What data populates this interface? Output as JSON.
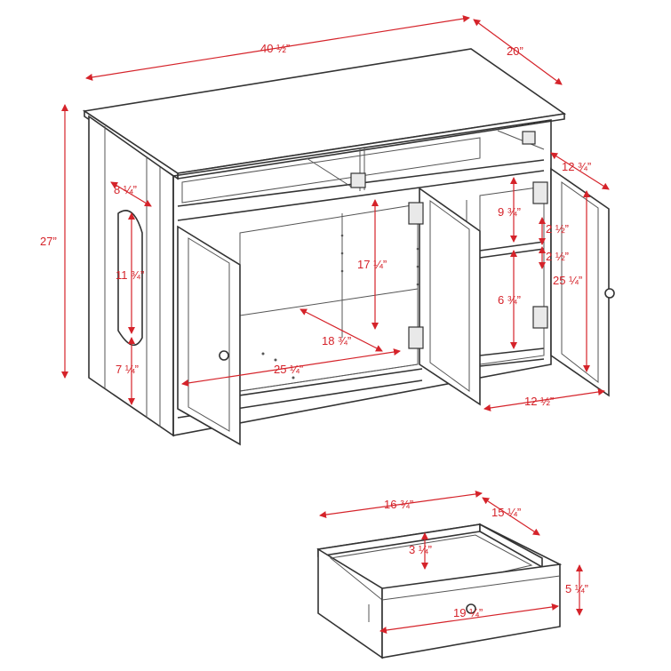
{
  "colors": {
    "dimension": "#d5232a",
    "outline": "#333333",
    "background": "#ffffff"
  },
  "dimensions": {
    "overall_width": "40 ½”",
    "overall_depth": "20”",
    "overall_height": "27”",
    "side_opening_width": "8 ¼”",
    "side_opening_height": "11 ¾”",
    "side_opening_bottom": "7 ¼”",
    "left_interior_height": "17 ¼”",
    "left_interior_depth": "18 ¾”",
    "left_door_width": "25 ¼”",
    "right_depth": "12 ¾”",
    "right_upper_shelf": "9 ¾”",
    "shelf_gap_upper": "2 ½”",
    "shelf_gap_lower": "2 ½”",
    "right_lower_shelf": "6 ¾”",
    "right_total_height": "25 ¼”",
    "right_width": "12 ½”",
    "drawer_width": "16 ¾”",
    "drawer_depth": "15 ¼”",
    "drawer_inner_height": "3 ¼”",
    "drawer_height": "5 ¼”",
    "drawer_front_width": "19 ¼”"
  }
}
